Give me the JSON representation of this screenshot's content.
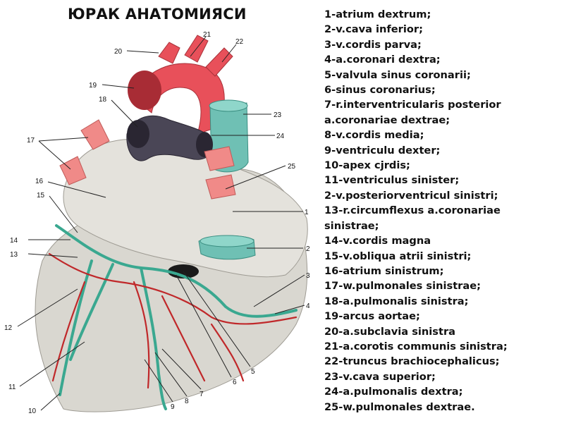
{
  "title": "ЮРАК АНАТОМИЯСИ",
  "legend": [
    "1-atrium dextrum;",
    "2-v.cava inferior;",
    "3-v.cordis parva;",
    "4-a.coronari dextra;",
    "5-valvula sinus coronarii;",
    "6-sinus coronarius;",
    "7-r.interventricularis posterior",
    "a.coronariae dextrae;",
    "8-v.cordis media;",
    "9-ventriculu dexter;",
    "10-apex cjrdis;",
    "11-ventriculus sinister;",
    "2-v.posteriorventricul sinistri;",
    "13-r.circumflexus a.coronariae",
    "sinistrae;",
    "14-v.cordis magna",
    "15-v.obliqua atrii sinistri;",
    "16-atrium sinistrum;",
    "17-w.pulmonales sinistrae;",
    "18-a.pulmonalis sinistra;",
    "19-arcus aortae;",
    "20-a.subclavia sinistra",
    "21-a.corotis communis sinistra;",
    "22-truncus brachiocephalicus;",
    "23-v.cava superior;",
    "24-a.pulmonalis dextra;",
    "25-w.pulmonales dextrae."
  ],
  "figure_numbers": [
    "1",
    "2",
    "3",
    "4",
    "5",
    "6",
    "7",
    "8",
    "9",
    "10",
    "11",
    "12",
    "13",
    "14",
    "15",
    "16",
    "17",
    "17",
    "18",
    "19",
    "20",
    "21",
    "22",
    "23",
    "24",
    "25"
  ],
  "colors": {
    "myocardium": "#d9d7d0",
    "aorta": "#e8505a",
    "pulmonary_vein": "#f08a88",
    "vena_cava": "#6fc0b4",
    "pulmonary_artery": "#4a4656",
    "vessel_red": "#c0282a",
    "vessel_teal": "#3aa890",
    "leader_line": "#222222"
  }
}
